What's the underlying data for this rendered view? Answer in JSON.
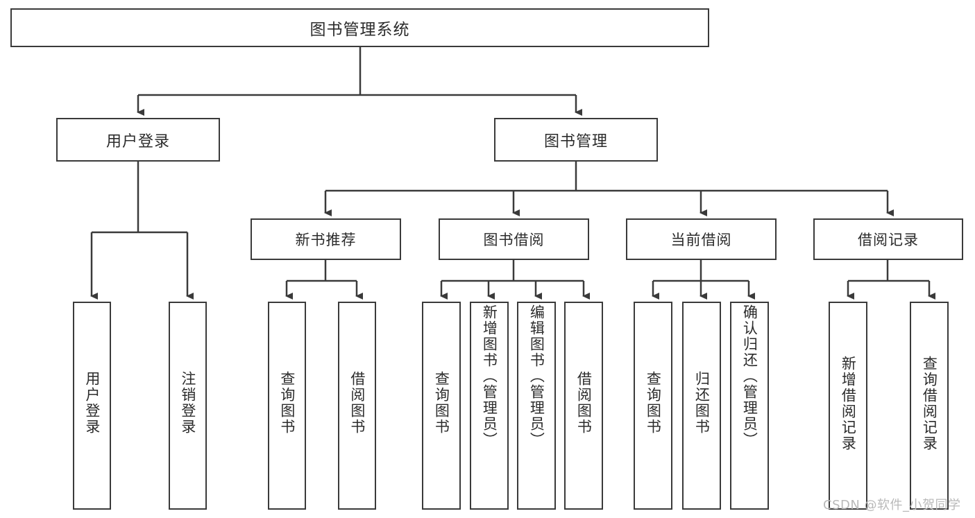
{
  "diagram": {
    "title": "图书管理系统",
    "type": "tree-hierarchy-functional-decomposition",
    "root": {
      "label": "图书管理系统"
    },
    "level1": [
      {
        "label": "用户登录"
      },
      {
        "label": "图书管理"
      }
    ],
    "level2": [
      {
        "label": "新书推荐"
      },
      {
        "label": "图书借阅"
      },
      {
        "label": "当前借阅"
      },
      {
        "label": "借阅记录"
      }
    ],
    "leaves": {
      "user_login": [
        {
          "label": "用户登录"
        },
        {
          "label": "注销登录"
        }
      ],
      "new_book_recommend": [
        {
          "label": "查询图书"
        },
        {
          "label": "借阅图书"
        }
      ],
      "book_borrow": [
        {
          "label": "查询图书"
        },
        {
          "label": "新增图书（管理员）"
        },
        {
          "label": "编辑图书（管理员）"
        },
        {
          "label": "借阅图书"
        }
      ],
      "current_borrow": [
        {
          "label": "查询图书"
        },
        {
          "label": "归还图书"
        },
        {
          "label": "确认归还（管理员）"
        }
      ],
      "borrow_record": [
        {
          "label": "新增借阅记录"
        },
        {
          "label": "查询借阅记录"
        }
      ]
    }
  },
  "watermark": {
    "text": "CSDN @软件_小贺同学"
  },
  "colors": {
    "stroke": "#3a3a3a",
    "text": "#2b2b2b",
    "background": "#ffffff",
    "watermark": "#b9b9b9"
  }
}
